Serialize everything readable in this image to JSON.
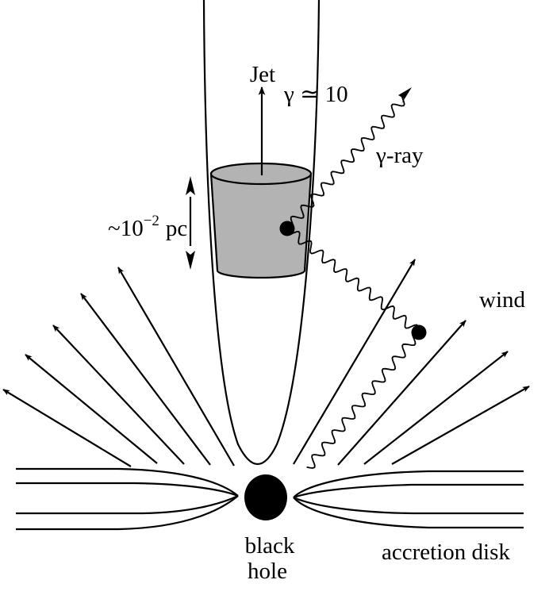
{
  "labels": {
    "jet": "Jet",
    "lorentz": "γ ≃ 10",
    "gamma_ray": "γ-ray",
    "size_prefix": "~10",
    "size_exponent": "−2",
    "size_unit": "pc",
    "wind": "wind",
    "black_hole_line1": "black",
    "black_hole_line2": "hole",
    "accretion_disk": "accretion disk"
  },
  "colors": {
    "ink": "#000000",
    "emission_region_fill": "#b3b3b3",
    "background": "#ffffff"
  }
}
